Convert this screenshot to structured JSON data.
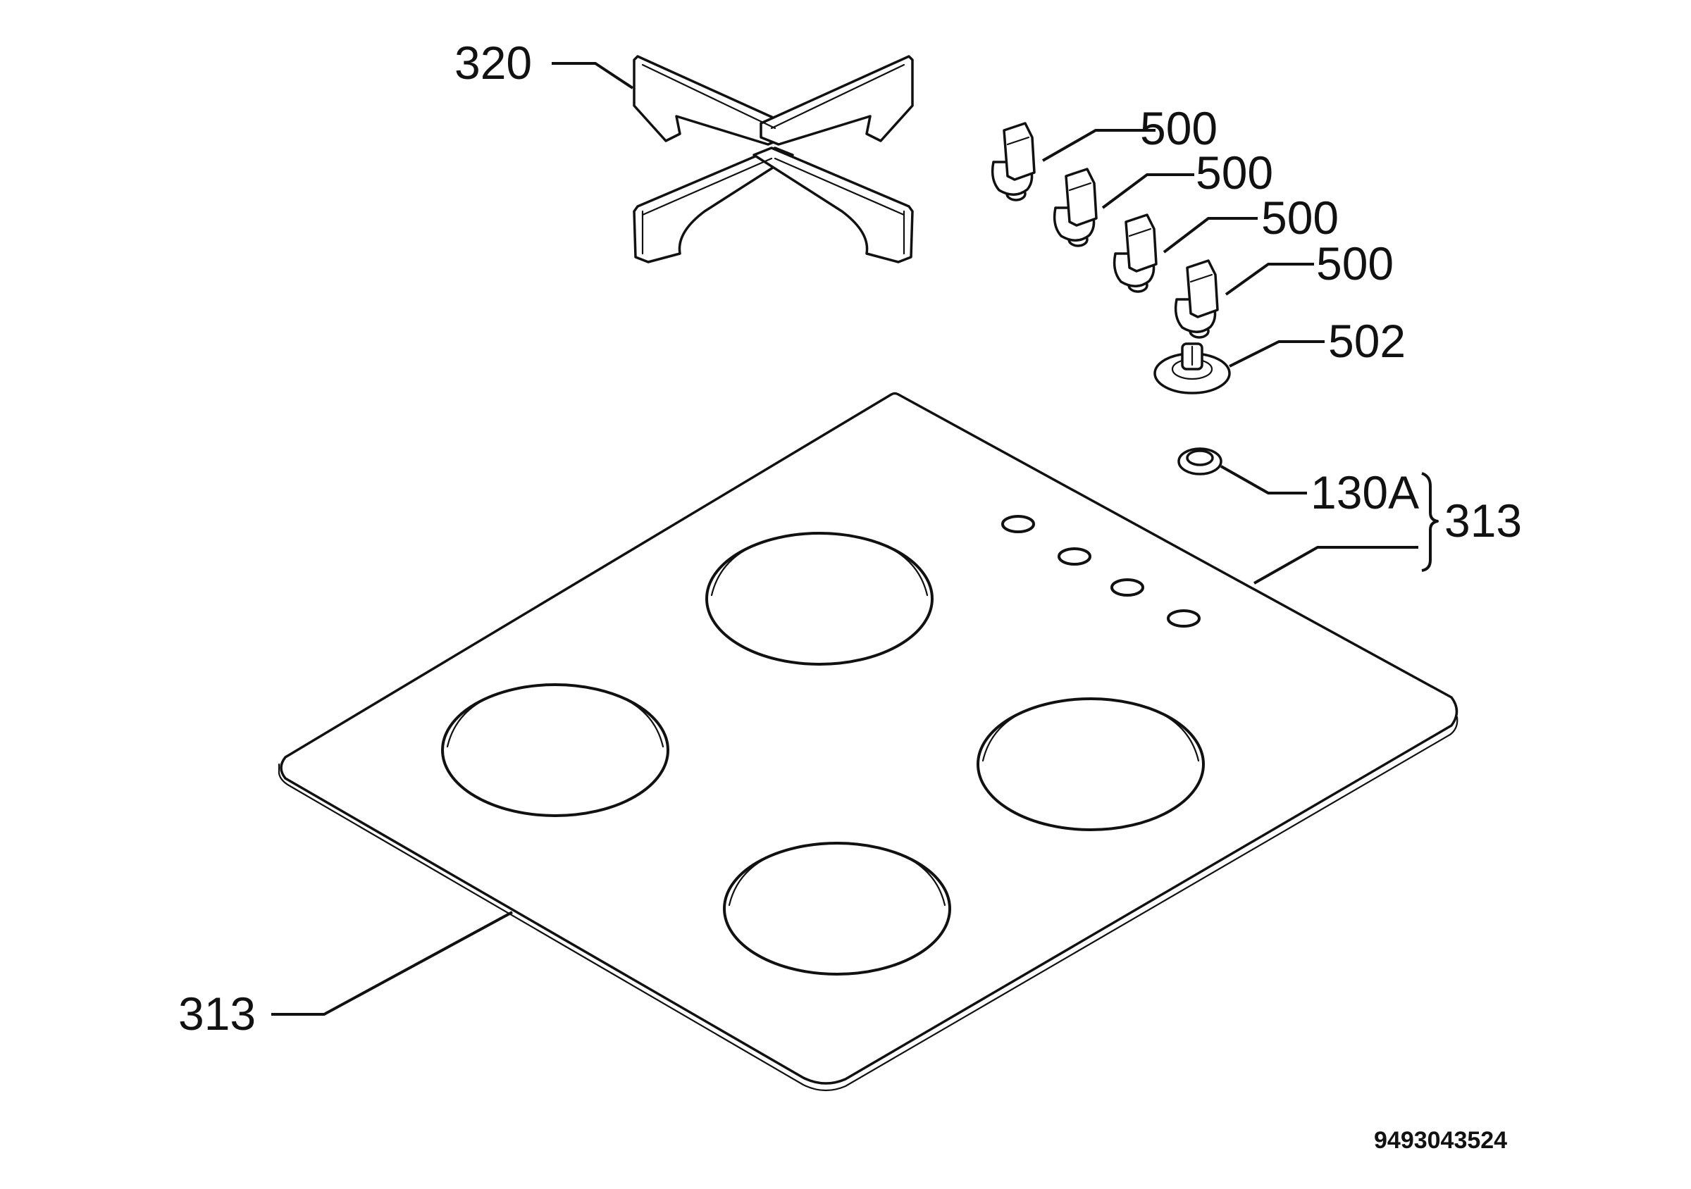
{
  "callouts": {
    "pan_support": "320",
    "knob_1": "500",
    "knob_2": "500",
    "knob_3": "500",
    "knob_4": "500",
    "spark_button": "502",
    "grommet": "130A",
    "kit": "313",
    "hob_plate": "313"
  },
  "document_number": "9493043524",
  "colors": {
    "line": "#111111",
    "background": "#ffffff"
  }
}
